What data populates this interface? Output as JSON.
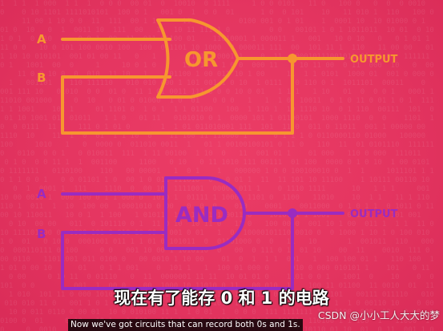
{
  "or_gate": {
    "label": "OR",
    "input_a": "A",
    "input_b": "B",
    "output": "OUTPUT",
    "color": "#f7962f"
  },
  "and_gate": {
    "label": "AND",
    "input_a": "A",
    "input_b": "B",
    "output": "OUTPUT",
    "color": "#9b2bc0"
  },
  "subtitles": {
    "chinese": "现在有了能存 0 和 1 的电路",
    "english": "Now we've got circuits that can record both 0s and 1s."
  },
  "watermark": "CSDN @小小工人大大的梦",
  "background_color": "#e43560"
}
